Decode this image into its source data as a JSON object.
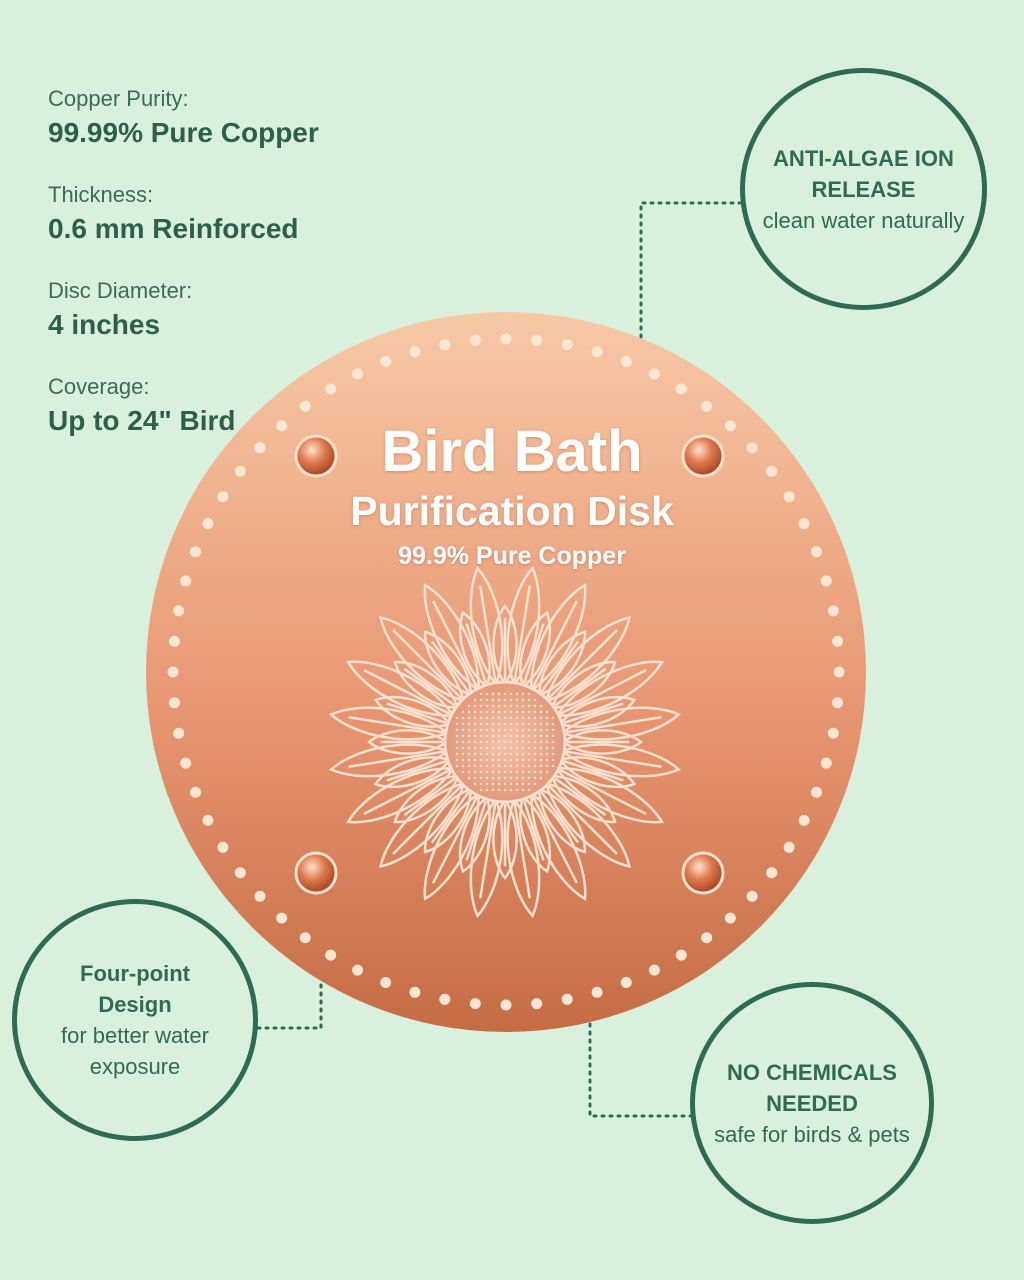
{
  "specs": [
    {
      "label": "Copper Purity:",
      "value": "99.99% Pure Copper"
    },
    {
      "label": "Thickness:",
      "value": "0.6 mm Reinforced"
    },
    {
      "label": "Disc Diameter:",
      "value": "4 inches"
    },
    {
      "label": "Coverage:",
      "value": "Up to 24\" Bird"
    }
  ],
  "disk": {
    "title": "Bird Bath",
    "subtitle": "Purification Disk",
    "purity": "99.9% Pure Copper"
  },
  "callouts": {
    "anti_algae": {
      "title": "ANTI-ALGAE ION RELEASE",
      "body": "clean water naturally"
    },
    "four_point": {
      "title": "Four-point Design",
      "body": "for better water exposure"
    },
    "no_chemicals": {
      "title": "NO CHEMICALS NEEDED",
      "body": "safe for birds & pets"
    }
  },
  "colors": {
    "background": "#d9f1dc",
    "accent_green": "#2f6b52",
    "copper_light": "#f5c4a2",
    "copper_dark": "#c46c44"
  },
  "icons": [
    "sunflower-icon",
    "rivet-icon"
  ]
}
